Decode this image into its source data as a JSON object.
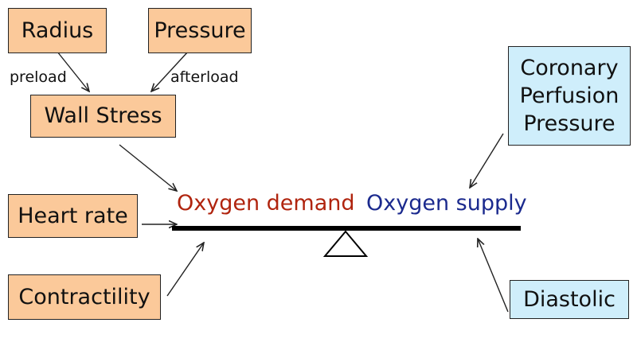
{
  "colors": {
    "demand_box": "#fbc99a",
    "supply_box": "#cfeefb",
    "demand_text": "#b0240e",
    "supply_text": "#1b2a8e",
    "beam": "#000000"
  },
  "demand": {
    "radius": "Radius",
    "pressure": "Pressure",
    "preload": "preload",
    "afterload": "afterload",
    "wall_stress": "Wall Stress",
    "heart_rate": "Heart rate",
    "contractility": "Contractility"
  },
  "supply": {
    "coronary_line1": "Coronary",
    "coronary_line2": "Perfusion",
    "coronary_line3": "Pressure",
    "diastolic": "Diastolic"
  },
  "balance": {
    "left_label": "Oxygen demand",
    "right_label": "Oxygen supply"
  }
}
